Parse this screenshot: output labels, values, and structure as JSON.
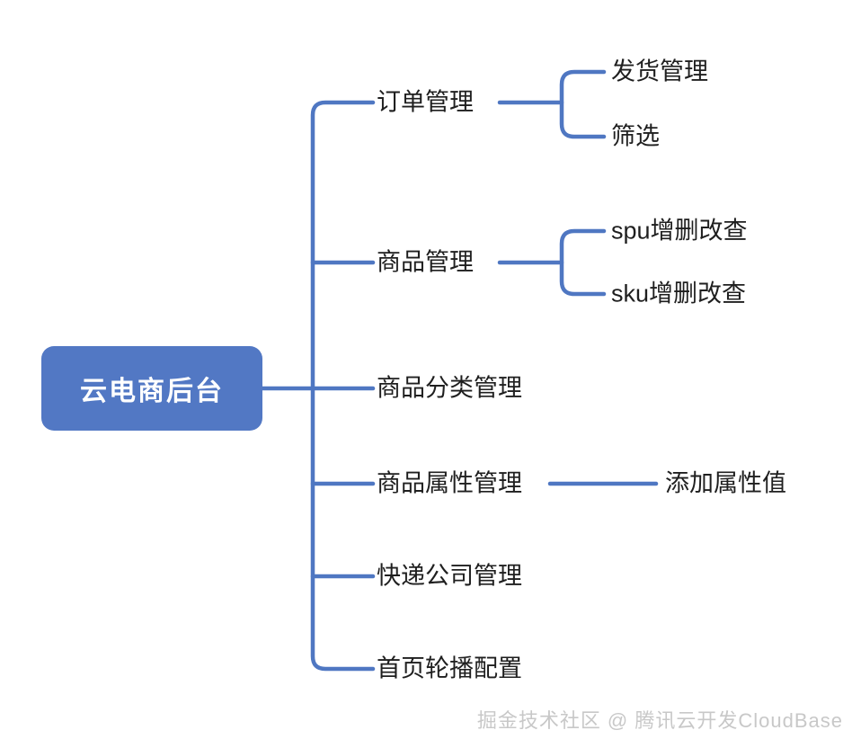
{
  "diagram": {
    "type": "mindmap",
    "title": "云电商后台",
    "colors": {
      "root_fill": "#5278c4",
      "root_text": "#ffffff",
      "connector": "#4f77c2",
      "node_text": "#1f1f1f",
      "background": "#ffffff",
      "watermark_text": "#c8c8c8"
    },
    "root": {
      "label": "云电商后台"
    },
    "branches": [
      {
        "label": "订单管理",
        "children": [
          {
            "label": "发货管理"
          },
          {
            "label": "筛选"
          }
        ]
      },
      {
        "label": "商品管理",
        "children": [
          {
            "label": "spu增删改查"
          },
          {
            "label": "sku增删改查"
          }
        ]
      },
      {
        "label": "商品分类管理",
        "children": []
      },
      {
        "label": "商品属性管理",
        "children": [
          {
            "label": "添加属性值"
          }
        ]
      },
      {
        "label": "快递公司管理",
        "children": []
      },
      {
        "label": "首页轮播配置",
        "children": []
      }
    ]
  },
  "watermark": {
    "text": "掘金技术社区 @ 腾讯云开发CloudBase"
  }
}
